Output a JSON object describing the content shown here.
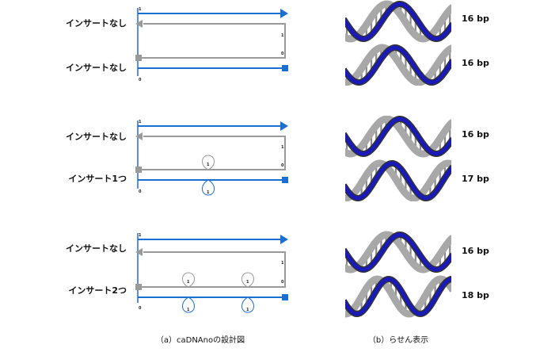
{
  "colors": {
    "blue": "#1b6fd1",
    "gray": "#9a9a9a",
    "helix_blue": "#1a1ab8",
    "helix_dark": "#333333",
    "helix_light": "#a8a8a8",
    "rung": "#8a8a8a"
  },
  "panels": [
    {
      "rows": [
        {
          "label": "インサートなし",
          "bp": "16 bp",
          "inserts": 0
        },
        {
          "label": "インサートなし",
          "bp": "16 bp",
          "inserts": 0
        }
      ],
      "index_top": "1",
      "index_right_top": "1",
      "index_right_bottom": "0",
      "index_bottom": "0"
    },
    {
      "rows": [
        {
          "label": "インサートなし",
          "bp": "16 bp",
          "inserts": 0
        },
        {
          "label": "インサート1つ",
          "bp": "17 bp",
          "inserts": 1
        }
      ],
      "index_top": "1",
      "index_right_top": "1",
      "index_right_bottom": "0",
      "index_bottom": "0"
    },
    {
      "rows": [
        {
          "label": "インサートなし",
          "bp": "16 bp",
          "inserts": 0
        },
        {
          "label": "インサート2つ",
          "bp": "18 bp",
          "inserts": 2
        }
      ],
      "index_top": "1",
      "index_right_top": "1",
      "index_right_bottom": "0",
      "index_bottom": "0"
    }
  ],
  "loop_label": "1",
  "captions": {
    "left": "（a）caDNAnoの設計図",
    "right": "（b）らせん表示"
  }
}
